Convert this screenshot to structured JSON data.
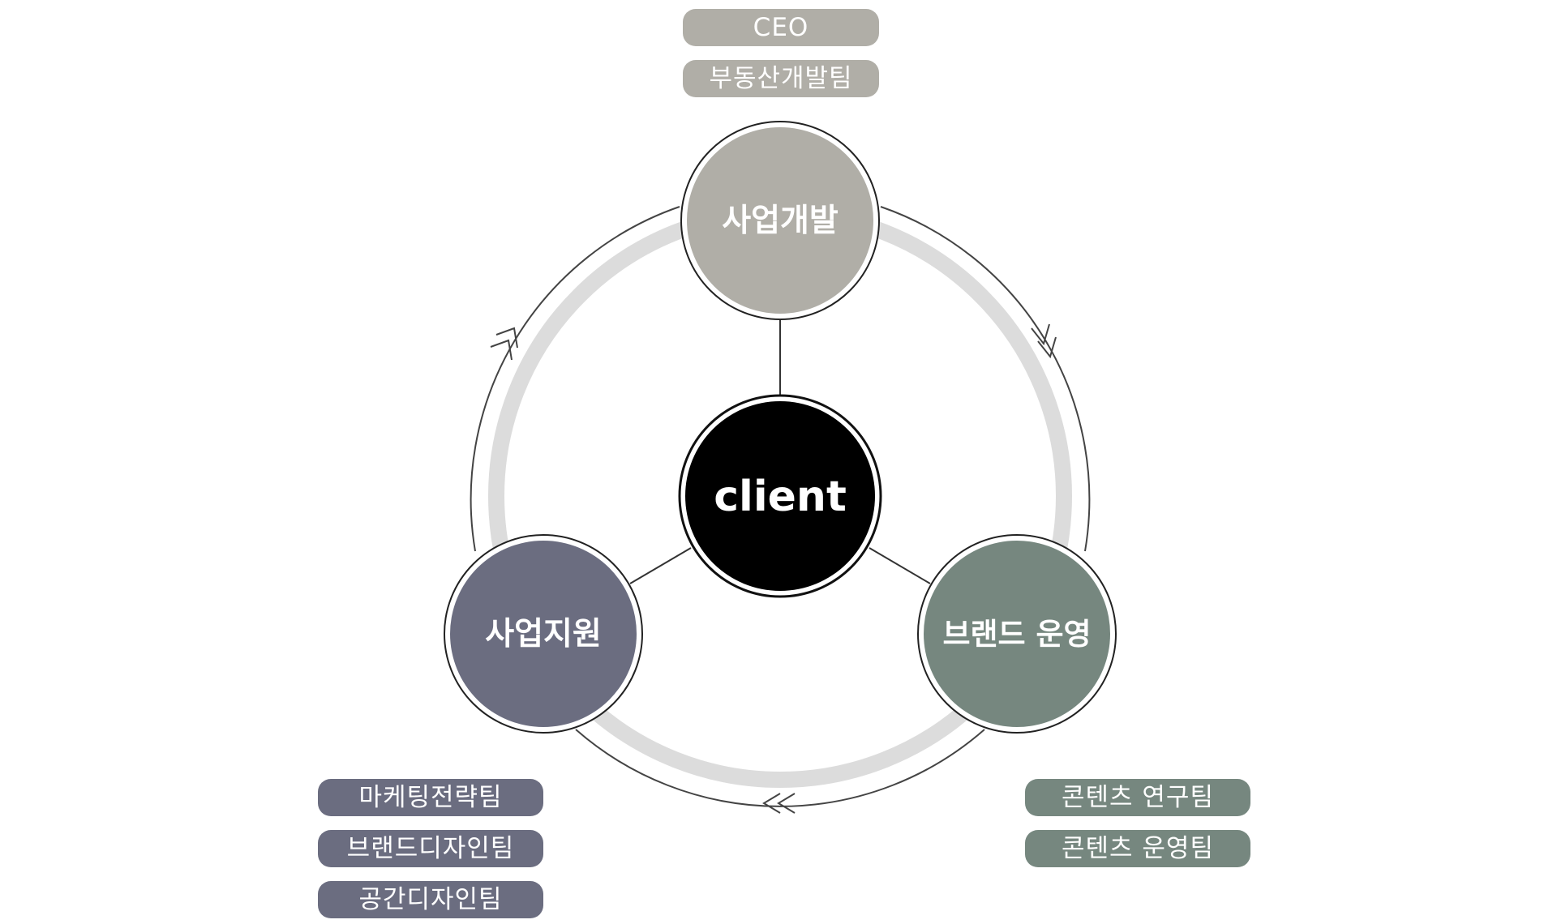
{
  "center": {
    "label": "client"
  },
  "nodes": {
    "top": {
      "label": "사업개발",
      "color": "#b0aea7"
    },
    "left": {
      "label": "사업지원",
      "color": "#6b6d80"
    },
    "right": {
      "label": "브랜드 운영",
      "color": "#76877f"
    }
  },
  "teams": {
    "top": [
      "CEO",
      "부동산개발팀"
    ],
    "left": [
      "마케팅전략팀",
      "브랜드디자인팀",
      "공간디자인팀"
    ],
    "right": [
      "콘텐츠 연구팀",
      "콘텐츠 운영팀"
    ]
  },
  "colors": {
    "ring": "#dcdcdc",
    "line": "#333333",
    "center_fill": "#000000"
  }
}
